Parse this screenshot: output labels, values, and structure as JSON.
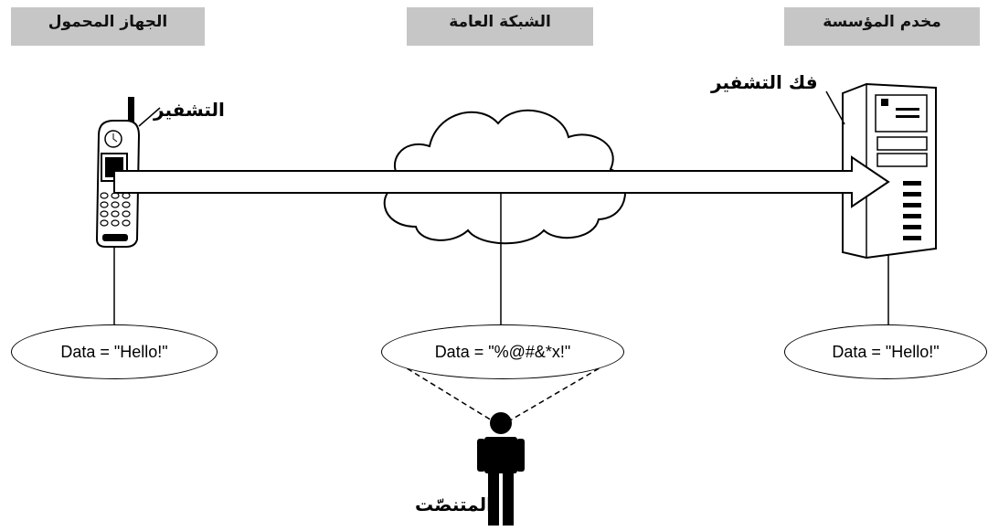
{
  "headers": {
    "mobile_device": "الجهاز المحمول",
    "public_network": "الشبكة العامة",
    "enterprise_server": "مخدم المؤسسة"
  },
  "labels": {
    "encryption": "التشفير",
    "decryption": "فك التشفير",
    "eavesdropper": "المتنصّت"
  },
  "bubbles": {
    "sender_data": "Data = \"Hello!\"",
    "network_data": "Data = \"%@#&*x!\"",
    "receiver_data": "Data = \"Hello!\""
  },
  "colors": {
    "header_bg": "#c6c6c6",
    "arrow_fill": "#ffffff",
    "stroke": "#000000"
  },
  "icons": [
    "mobile-phone-icon",
    "cloud-icon",
    "server-tower-icon",
    "person-icon"
  ]
}
